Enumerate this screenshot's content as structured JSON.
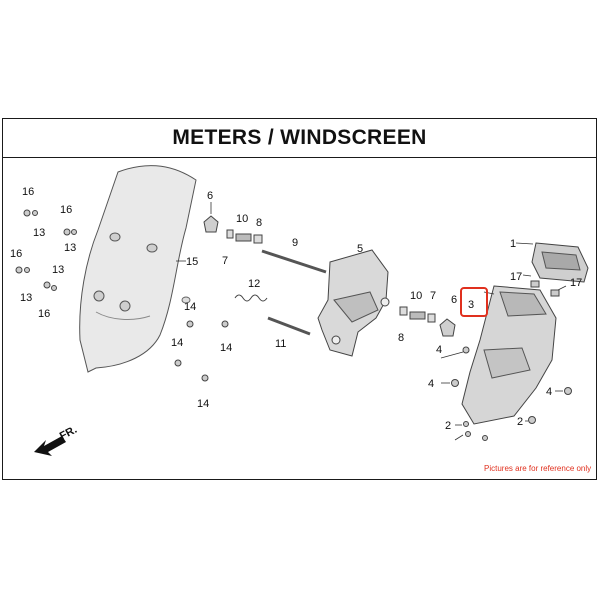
{
  "title": "METERS / WINDSCREEN",
  "direction_label": "FR.",
  "note": "Pictures are for reference only",
  "highlight_color": "#e0301e",
  "callouts": {
    "c16a": "16",
    "c13a": "13",
    "c16b": "16",
    "c13b": "13",
    "c16c": "16",
    "c13c": "13",
    "c13d": "13",
    "c16d": "16",
    "c15": "15",
    "c14a": "14",
    "c14b": "14",
    "c14c": "14",
    "c14d": "14",
    "c6a": "6",
    "c10a": "10",
    "c8a": "8",
    "c7a": "7",
    "c9": "9",
    "c12": "12",
    "c11": "11",
    "c5": "5",
    "c10b": "10",
    "c7b": "7",
    "c8b": "8",
    "c6b": "6",
    "c3": "3",
    "c1": "1",
    "c17a": "17",
    "c17b": "17",
    "c4a": "4",
    "c4b": "4",
    "c4c": "4",
    "c2a": "2",
    "c2b": "2"
  }
}
